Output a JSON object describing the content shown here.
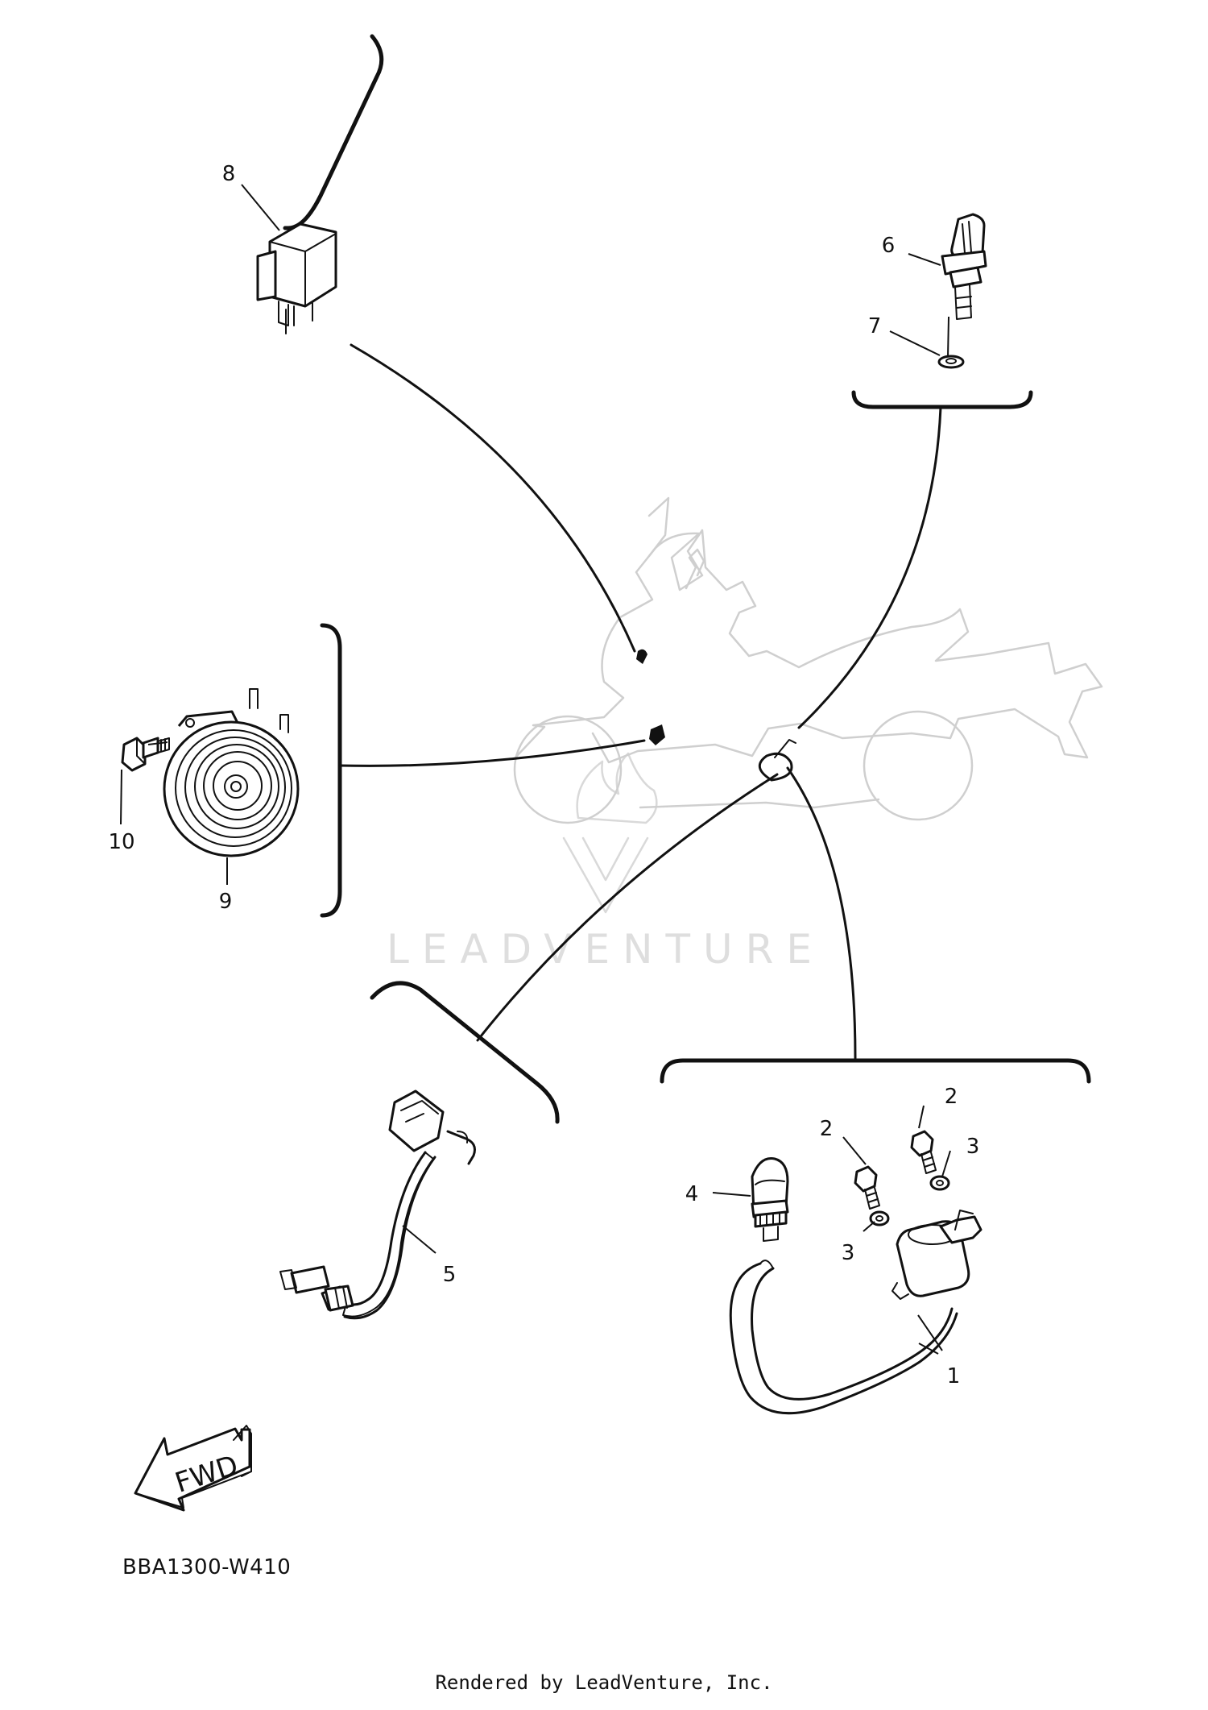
{
  "diagram": {
    "code": "BBA1300-W410",
    "credit": "Rendered by LeadVenture, Inc.",
    "watermark": "LEADVENTURE",
    "direction_label": "FWD"
  },
  "callouts": {
    "relay": "8",
    "sensor_top": "6",
    "gasket": "7",
    "horn": "9",
    "horn_bolt": "10",
    "lead_wire": "5",
    "main_harness": "1",
    "screw_a": "2",
    "screw_b": "2",
    "washer_a": "3",
    "washer_b": "3",
    "switch": "4"
  },
  "icons": {
    "relay": "relay-icon",
    "sensor": "temperature-sensor-icon",
    "gasket": "gasket-icon",
    "horn": "horn-icon",
    "bolt": "bolt-icon",
    "lead_wire": "sensor-lead-icon",
    "harness": "harness-icon",
    "screw": "screw-icon",
    "washer": "washer-icon",
    "switch": "switch-icon",
    "vehicle": "motorcycle-outline-icon",
    "direction": "fwd-arrow-icon",
    "watermark_logo": "leadventure-logo-icon"
  },
  "colors": {
    "ink": "#111111",
    "watermark": "#d9d9d9",
    "background": "#ffffff"
  }
}
